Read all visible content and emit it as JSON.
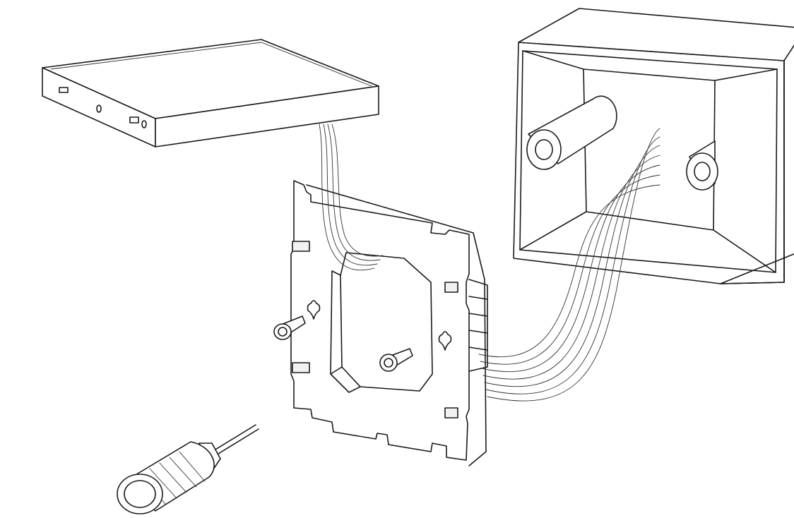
{
  "diagram": {
    "type": "exploded-installation-illustration",
    "line_color": "#1a1a1a",
    "background": "#ffffff",
    "parts": [
      {
        "id": "control-unit",
        "icon": "square-device-with-ports"
      },
      {
        "id": "wiring-harness",
        "icon": "ribbon-wires"
      },
      {
        "id": "mounting-plate",
        "icon": "metal-frame"
      },
      {
        "id": "mounting-screws",
        "icon": "screws"
      },
      {
        "id": "wall-box",
        "icon": "flush-mount-box"
      },
      {
        "id": "screwdriver",
        "icon": "screwdriver"
      }
    ]
  }
}
